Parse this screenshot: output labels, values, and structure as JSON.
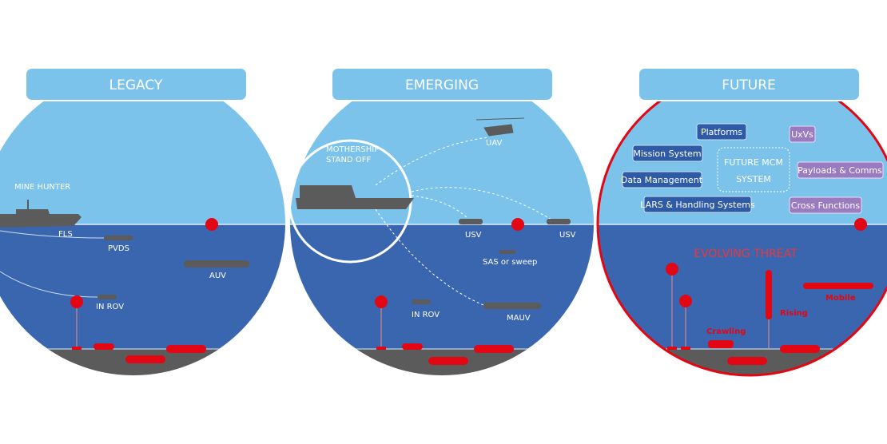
{
  "panels": [
    {
      "title": "LEGACY",
      "labels": {
        "ship": "MINE HUNTER",
        "fls": "FLS",
        "pvds": "PVDS",
        "auv": "AUV",
        "inrov": "IN ROV"
      }
    },
    {
      "title": "EMERGING",
      "labels": {
        "mothership": "MOTHERSHIP",
        "standoff": "STAND OFF",
        "uav": "UAV",
        "usv1": "USV",
        "usv2": "USV",
        "sas": "SAS or sweep",
        "inrov": "IN ROV",
        "mauv": "MAUV"
      }
    },
    {
      "title": "FUTURE",
      "center1": "FUTURE MCM",
      "center2": "SYSTEM",
      "boxes_blue": [
        "Platforms",
        "Mission System",
        "Data Management",
        "LARS & Handling Systems"
      ],
      "boxes_purple": [
        "UxVs",
        "Payloads & Comms",
        "Cross Functions"
      ],
      "threat": "EVOLVING THREAT",
      "threats": {
        "crawling": "Crawling",
        "rising": "Rising",
        "mobile": "Mobile"
      }
    }
  ],
  "colors": {
    "sky": "#7cc3ec",
    "sea": "#3a66b0",
    "seabed": "#5b5b5b",
    "red": "#e30613",
    "boxBlue": "#2f5ba6",
    "boxPurple": "#9b7bc0"
  }
}
